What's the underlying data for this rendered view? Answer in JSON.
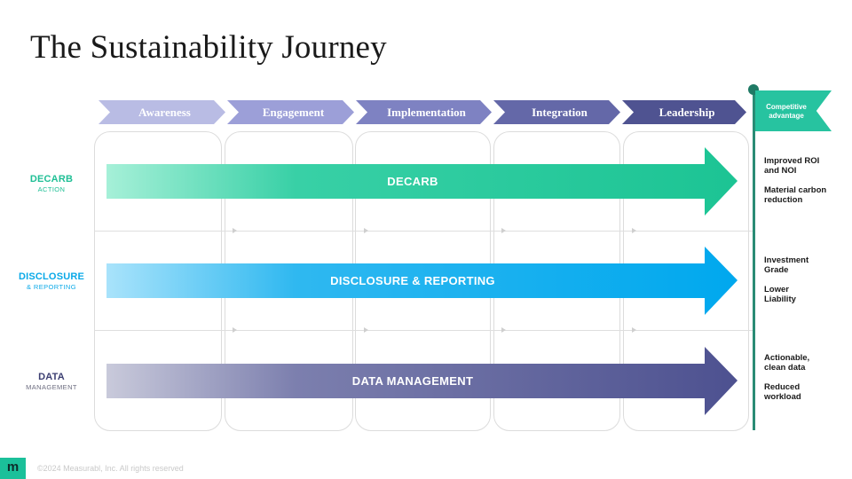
{
  "title": "The Sustainability Journey",
  "stages": [
    {
      "label": "Awareness",
      "color": "#b9bce4"
    },
    {
      "label": "Engagement",
      "color": "#9c9fd8"
    },
    {
      "label": "Implementation",
      "color": "#7e82c2"
    },
    {
      "label": "Integration",
      "color": "#6468a8"
    },
    {
      "label": "Leadership",
      "color": "#4f5391"
    }
  ],
  "rows": [
    {
      "main": "DECARB",
      "sub": "ACTION",
      "main_color": "#1fbf95",
      "sub_color": "#1fbf95",
      "arrow_label": "DECARB",
      "gradient": [
        "#a6f0d8",
        "#1cc494"
      ]
    },
    {
      "main": "DISCLOSURE",
      "sub": "& REPORTING",
      "main_color": "#0aa9e8",
      "sub_color": "#0aa9e8",
      "arrow_label": "DISCLOSURE & REPORTING",
      "gradient": [
        "#a9e3fb",
        "#00a8ee"
      ]
    },
    {
      "main": "DATA",
      "sub": "MANAGEMENT",
      "main_color": "#3c3f72",
      "sub_color": "#6d6d80",
      "arrow_label": "DATA MANAGEMENT",
      "gradient": [
        "#c9cadb",
        "#4d5190"
      ]
    }
  ],
  "flag": {
    "line1": "Competitive",
    "line2": "advantage",
    "color": "#27c3a0"
  },
  "outcomes": [
    {
      "a": "Improved ROI",
      "b": "and NOI",
      "c": "Material carbon",
      "d": "reduction"
    },
    {
      "a": "Investment",
      "b": "Grade",
      "c": "Lower",
      "d": "Liability"
    },
    {
      "a": "Actionable,",
      "b": "clean data",
      "c": "Reduced",
      "d": "workload"
    }
  ],
  "footer": {
    "logo": "m",
    "copyright": "©2024 Measurabl, Inc. All rights reserved"
  }
}
